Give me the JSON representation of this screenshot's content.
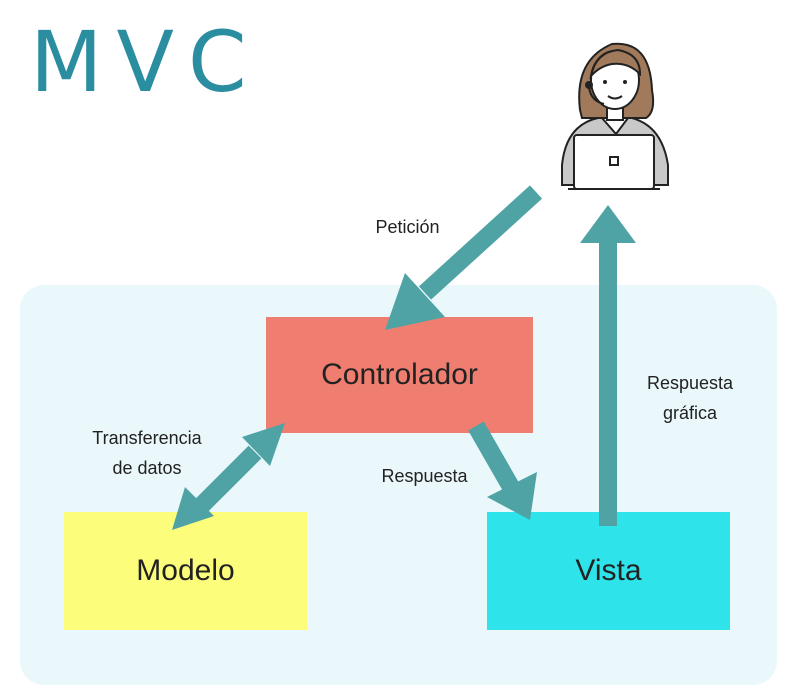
{
  "title": "MVC",
  "boxes": {
    "controlador": "Controlador",
    "modelo": "Modelo",
    "vista": "Vista"
  },
  "labels": {
    "peticion": "Petición",
    "respuesta": "Respuesta",
    "transferencia_line1": "Transferencia",
    "transferencia_line2": "de datos",
    "respuesta_grafica_line1": "Respuesta",
    "respuesta_grafica_line2": "gráfica"
  },
  "icons": {
    "user": "user-at-laptop-icon"
  },
  "colors": {
    "title": "#2a8ea0",
    "arrow": "#4fa3a5",
    "panel": "#eaf8fc",
    "controlador": "#f07e70",
    "modelo": "#fdfd7c",
    "vista": "#2ee3ea"
  }
}
